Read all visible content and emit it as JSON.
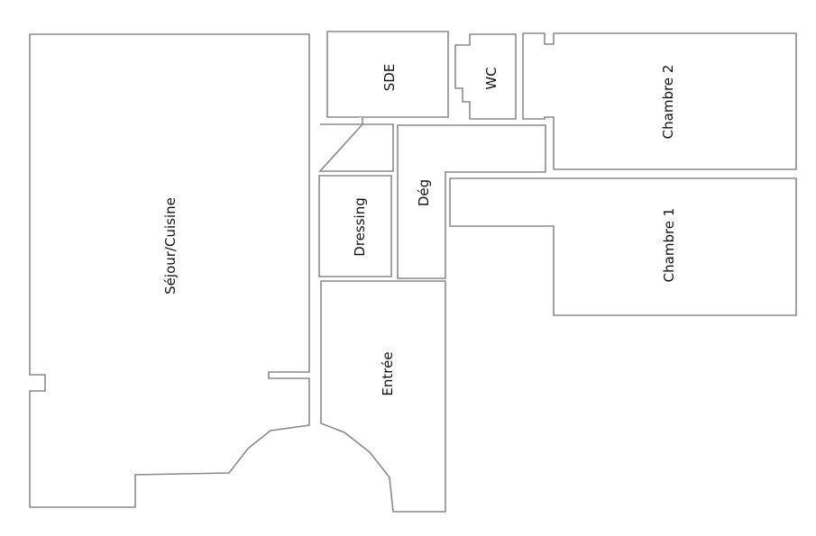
{
  "rooms": {
    "sejour": "Séjour/Cuisine",
    "sde": "SDE",
    "wc": "WC",
    "chambre2": "Chambre 2",
    "chambre1": "Chambre 1",
    "dressing": "Dressing",
    "deg": "Dég",
    "entree": "Entrée"
  }
}
